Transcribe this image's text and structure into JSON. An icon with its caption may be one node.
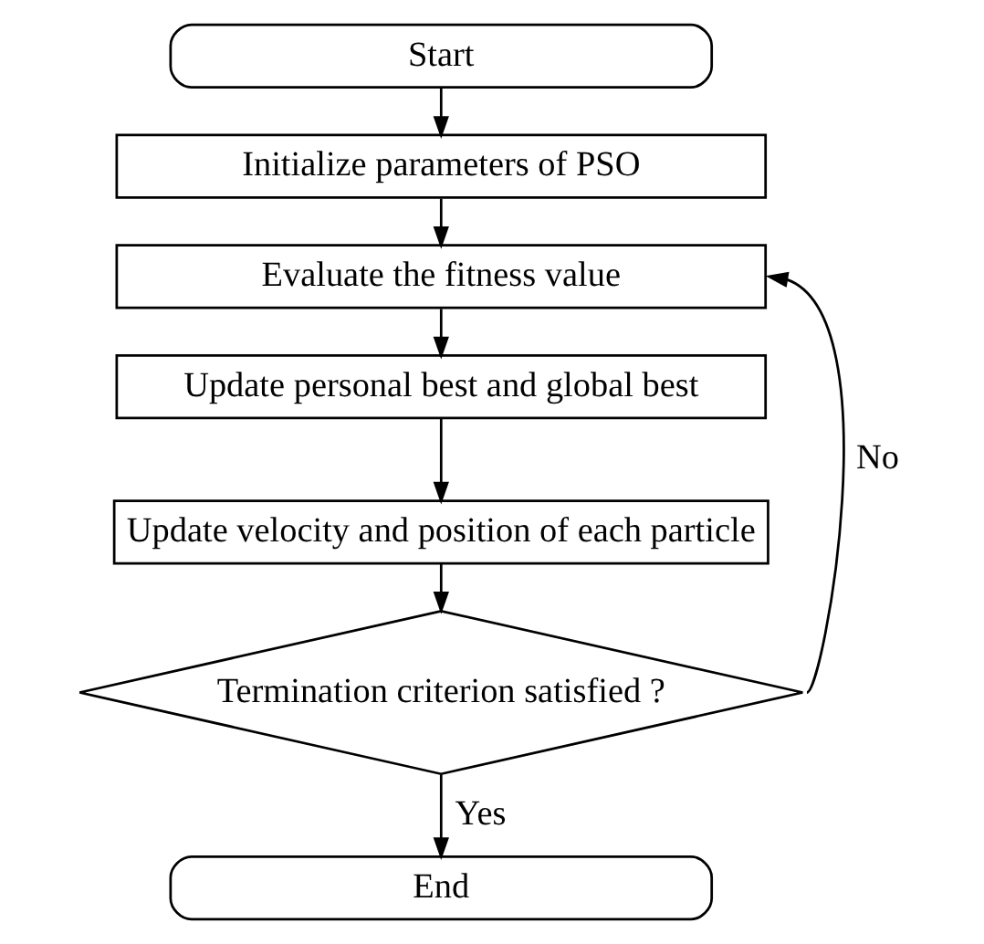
{
  "diagram": {
    "nodes": [
      {
        "text": [
          "Start"
        ]
      },
      {
        "text": [
          "Initialize parameters of PSO"
        ]
      },
      {
        "text": [
          "Evaluate the fitness value"
        ]
      },
      {
        "text": [
          "Update personal best and global best"
        ]
      },
      {
        "text": [
          "Update velocity and position of each particle"
        ]
      },
      {
        "text": [
          "Termination criterion satisfied ?"
        ]
      },
      {
        "text": [
          "End"
        ]
      }
    ],
    "edges": [
      {
        "from": 0,
        "to": 1,
        "arrow": "to"
      },
      {
        "from": 1,
        "to": 2,
        "arrow": "to"
      },
      {
        "from": 2,
        "to": 3,
        "arrow": "to"
      },
      {
        "from": 3,
        "to": 4,
        "arrow": "to"
      },
      {
        "from": 4,
        "to": 5,
        "arrow": "to"
      },
      {
        "from": 5,
        "to": 2,
        "arrow": "to",
        "label": "No"
      },
      {
        "from": 5,
        "to": 6,
        "arrow": "to",
        "label": "Yes"
      }
    ]
  }
}
